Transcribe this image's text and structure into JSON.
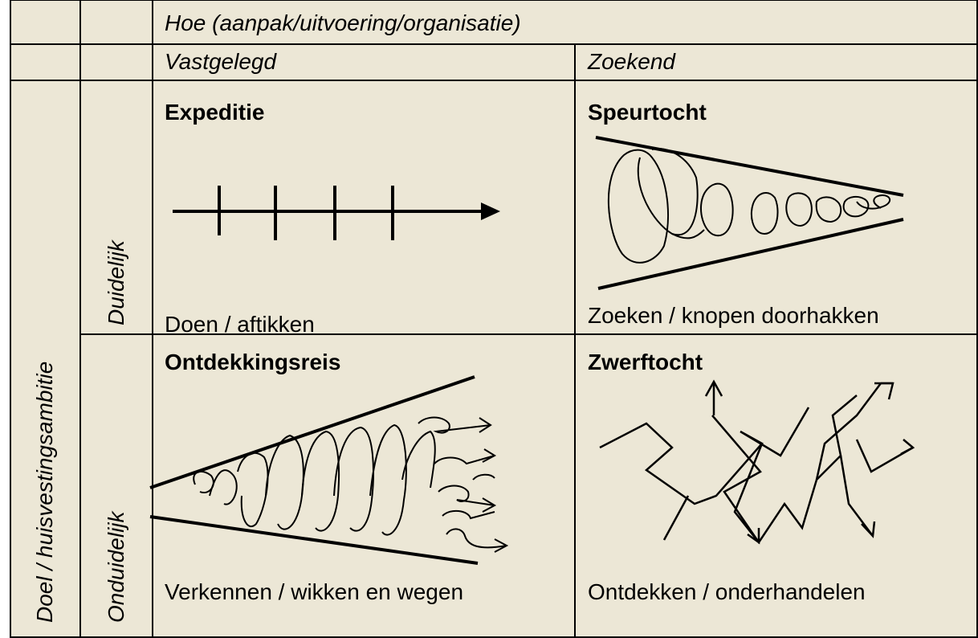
{
  "header": {
    "hoe": "Hoe (aanpak/uitvoering/organisatie)",
    "vastgelegd": "Vastgelegd",
    "zoekend": "Zoekend"
  },
  "rows": {
    "doel": "Doel / huisvestingsambitie",
    "duidelijk": "Duidelijk",
    "onduidelijk": "Onduidelijk"
  },
  "quadrants": {
    "expeditie": {
      "title": "Expeditie",
      "caption": "Doen / aftikken"
    },
    "speurtocht": {
      "title": "Speurtocht",
      "caption": "Zoeken / knopen doorhakken"
    },
    "ontdekkingsreis": {
      "title": "Ontdekkingsreis",
      "caption": "Verkennen / wikken en wegen"
    },
    "zwerftocht": {
      "title": "Zwerftocht",
      "caption": "Ontdekken / onderhandelen"
    }
  },
  "colors": {
    "cell_bg": "#ece7d6",
    "line": "#000000"
  }
}
